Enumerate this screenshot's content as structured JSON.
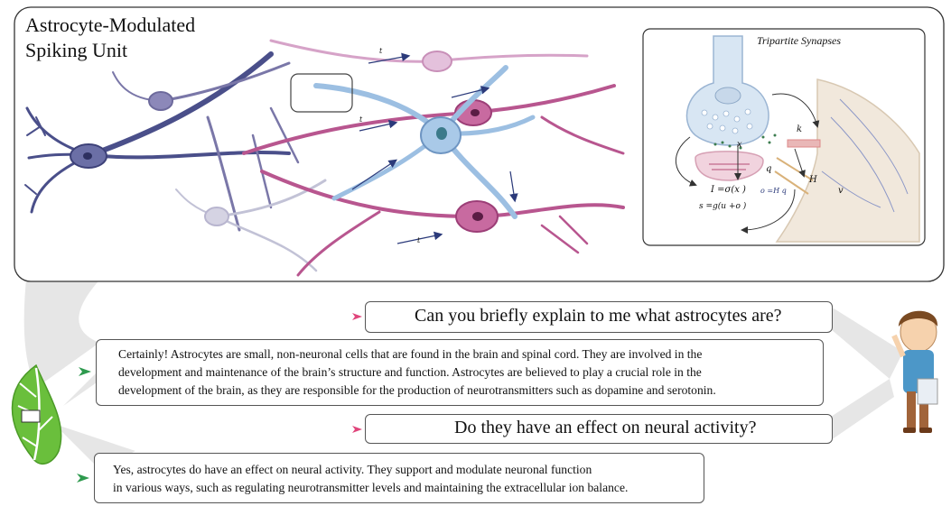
{
  "figure": {
    "title": "Astrocyte-Modulated\nSpiking Unit",
    "inset_title": "Tripartite Synapses",
    "inset_labels": {
      "x": "x",
      "k": "k",
      "q": "q",
      "H": "H",
      "v": "v",
      "I_eq": "I =σ(x )",
      "s_eq": "s =g(u +o )",
      "o_eq": "o =H q",
      "t_small": "t"
    }
  },
  "conversation": {
    "question1": "Can you briefly explain to me what astrocytes are?",
    "answer1": "Certainly! Astrocytes are small, non-neuronal cells that are found in the brain and spinal cord. They are involved in the\ndevelopment and maintenance of the brain’s structure and function. Astrocytes are believed to play a crucial role in the\ndevelopment of the brain, as they are responsible  for the production of neurotransmitters such as dopamine and serotonin.",
    "question2": "Do they have an effect on neural activity?",
    "answer2": "Yes, astrocytes do have an effect on neural activity. They support and modulate neuronal function\n in various ways, such as regulating neurotransmitter levels and maintaining the extracellular ion balance."
  },
  "colors": {
    "question_arrow": "#e0457b",
    "answer_arrow": "#2e9a4e",
    "leaf_green": "#6abf3c",
    "neuron_dark": "#4a4f8a",
    "neuron_magenta": "#b8568f",
    "astrocyte_blue": "#8cb4dc"
  },
  "icons": [
    "leaf-chip-icon",
    "student-avatar-icon",
    "question-arrow-icon",
    "answer-arrow-icon"
  ]
}
